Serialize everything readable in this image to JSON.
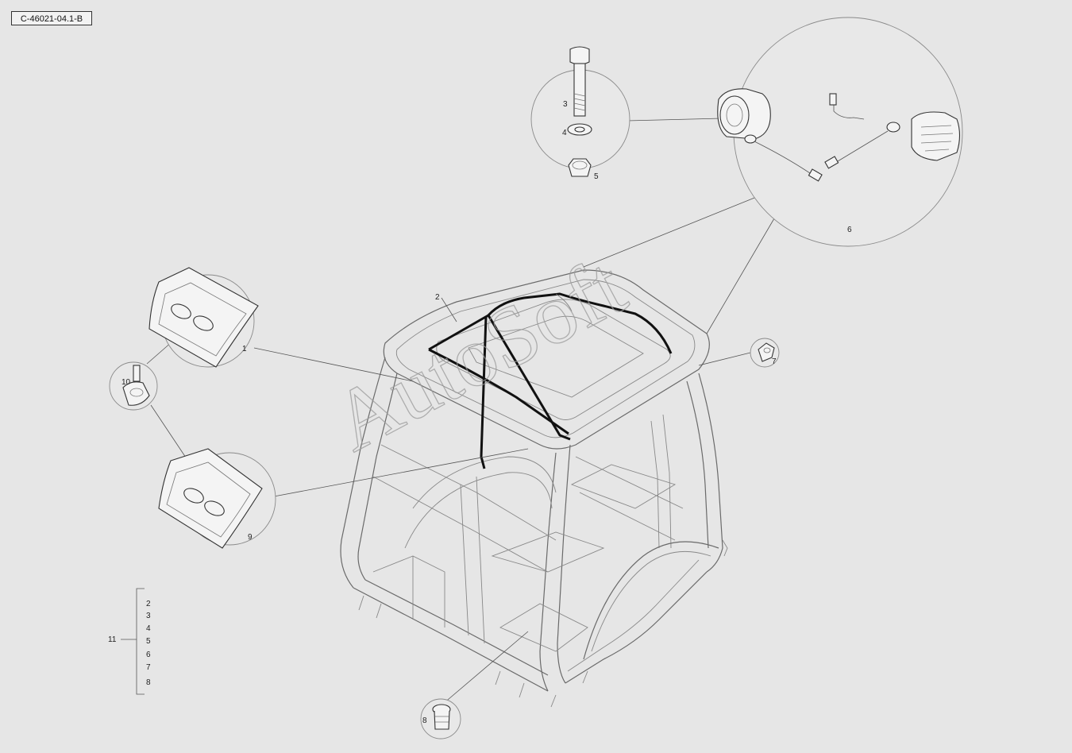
{
  "reference_code": "C-46021-04.1-B",
  "watermark": "AutoSoft",
  "callouts": {
    "c1": "1",
    "c2": "2",
    "c3": "3",
    "c4": "4",
    "c5": "5",
    "c6": "6",
    "c7": "7",
    "c8": "8",
    "c9": "9",
    "c10": "10",
    "c11": "11"
  },
  "kit_list": {
    "kit_label": "11",
    "items": [
      "2",
      "3",
      "4",
      "5",
      "6",
      "7",
      "8"
    ]
  }
}
